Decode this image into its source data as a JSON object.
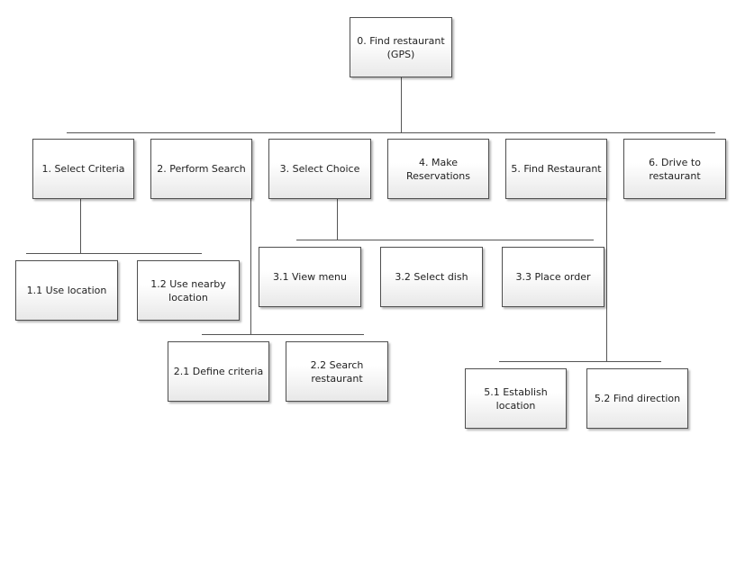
{
  "diagram": {
    "root": {
      "id": "0",
      "label": "0. Find restaurant\n(GPS)"
    },
    "level1": [
      {
        "id": "1",
        "label": "1. Select Criteria"
      },
      {
        "id": "2",
        "label": "2. Perform Search"
      },
      {
        "id": "3",
        "label": "3. Select Choice"
      },
      {
        "id": "4",
        "label": "4. Make\nReservations"
      },
      {
        "id": "5",
        "label": "5. Find Restaurant"
      },
      {
        "id": "6",
        "label": "6. Drive to\nrestaurant"
      }
    ],
    "level2": {
      "select_criteria": [
        {
          "id": "1.1",
          "label": "1.1 Use location"
        },
        {
          "id": "1.2",
          "label": "1.2 Use nearby\nlocation"
        }
      ],
      "perform_search": [
        {
          "id": "2.1",
          "label": "2.1 Define criteria"
        },
        {
          "id": "2.2",
          "label": "2.2 Search\nrestaurant"
        }
      ],
      "select_choice": [
        {
          "id": "3.1",
          "label": "3.1 View menu"
        },
        {
          "id": "3.2",
          "label": "3.2 Select dish"
        },
        {
          "id": "3.3",
          "label": "3.3 Place order"
        }
      ],
      "find_restaurant": [
        {
          "id": "5.1",
          "label": "5.1 Establish\nlocation"
        },
        {
          "id": "5.2",
          "label": "5.2 Find direction"
        }
      ]
    }
  }
}
